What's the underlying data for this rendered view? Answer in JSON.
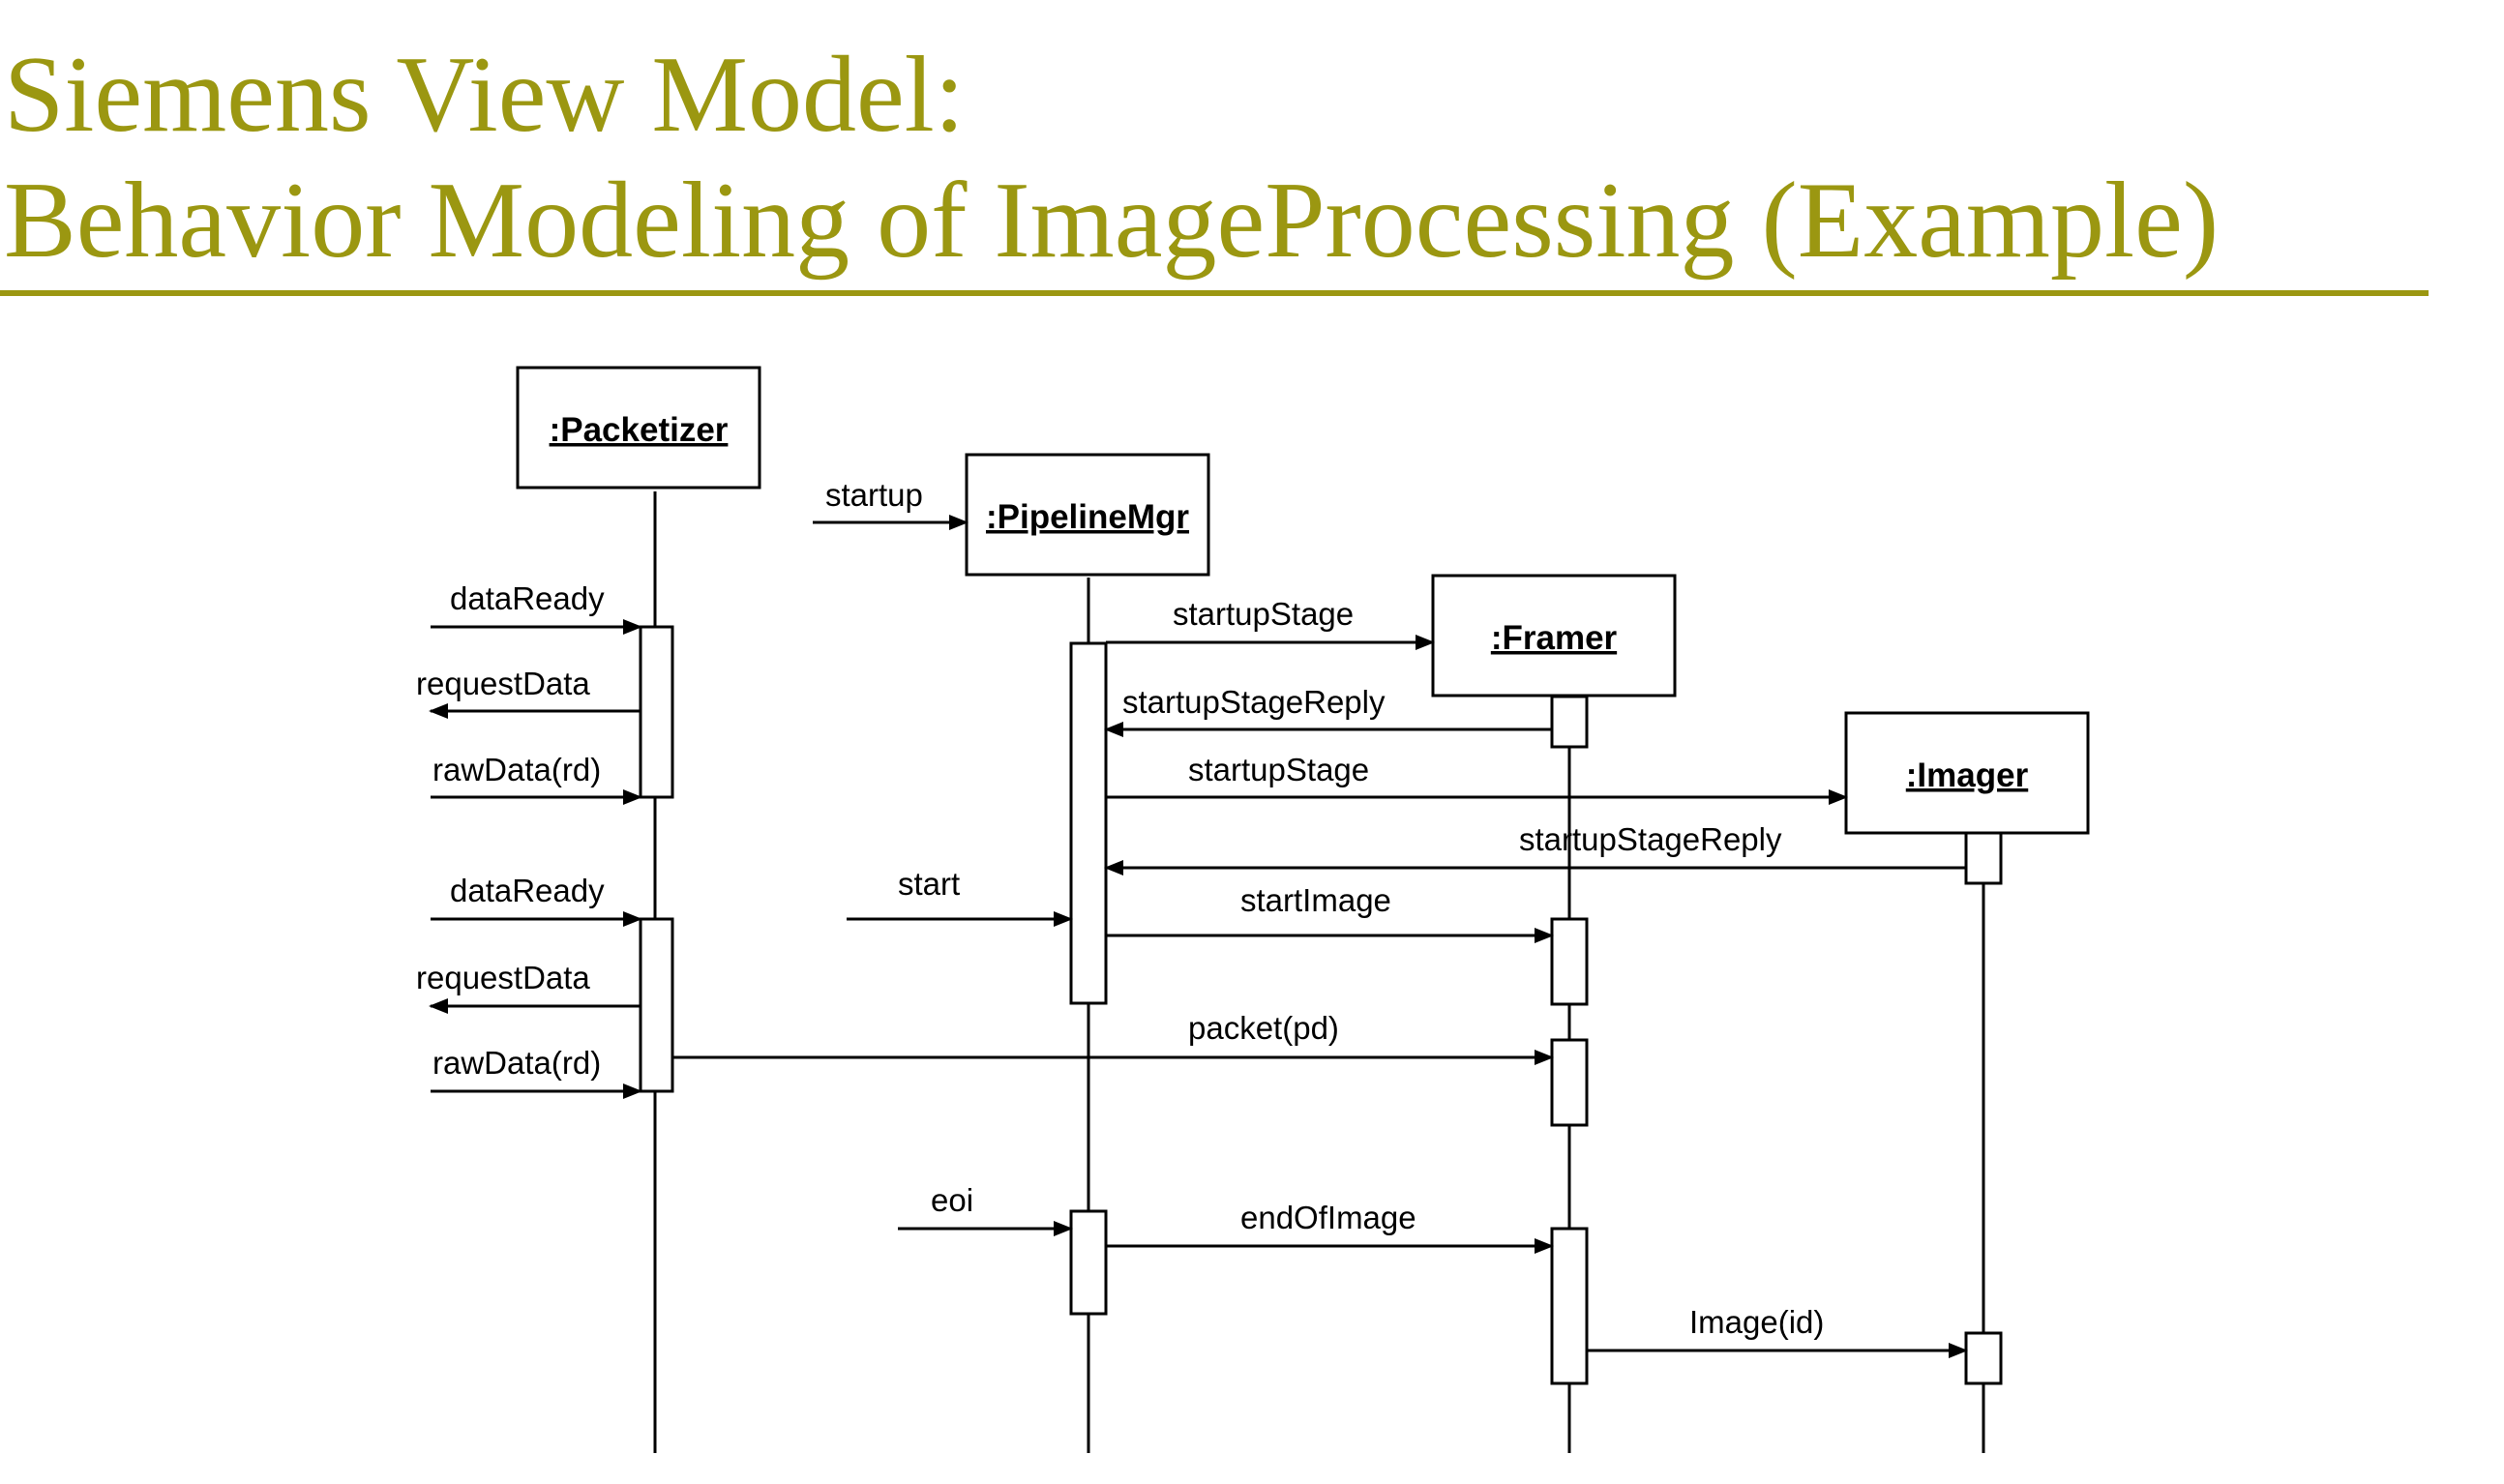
{
  "slide": {
    "title_line1": "Siemens View Model:",
    "title_line2": "Behavior Modeling of ImageProcessing (Example)",
    "accent_color": "#9b9711"
  },
  "diagram": {
    "type": "UML sequence diagram",
    "objects": [
      {
        "id": "packetizer",
        "label": ":Packetizer"
      },
      {
        "id": "pipelinemgr",
        "label": ":PipelineMgr"
      },
      {
        "id": "framer",
        "label": ":Framer"
      },
      {
        "id": "imager",
        "label": ":Imager"
      }
    ],
    "messages": [
      {
        "id": "startup",
        "label": "startup",
        "from": "external",
        "to": "pipelinemgr"
      },
      {
        "id": "dataready-1",
        "label": "dataReady",
        "from": "external",
        "to": "packetizer"
      },
      {
        "id": "requestdata-1",
        "label": "requestData",
        "from": "packetizer",
        "to": "external"
      },
      {
        "id": "rawdata-1",
        "label": "rawData(rd)",
        "from": "external",
        "to": "packetizer"
      },
      {
        "id": "startupstage-1",
        "label": "startupStage",
        "from": "pipelinemgr",
        "to": "framer"
      },
      {
        "id": "startupstagereply-1",
        "label": "startupStageReply",
        "from": "framer",
        "to": "pipelinemgr"
      },
      {
        "id": "startupstage-2",
        "label": "startupStage",
        "from": "pipelinemgr",
        "to": "imager"
      },
      {
        "id": "startupstagereply-2",
        "label": "startupStageReply",
        "from": "imager",
        "to": "pipelinemgr"
      },
      {
        "id": "start",
        "label": "start",
        "from": "external",
        "to": "pipelinemgr"
      },
      {
        "id": "startimage",
        "label": "startImage",
        "from": "pipelinemgr",
        "to": "framer"
      },
      {
        "id": "dataready-2",
        "label": "dataReady",
        "from": "external",
        "to": "packetizer"
      },
      {
        "id": "requestdata-2",
        "label": "requestData",
        "from": "packetizer",
        "to": "external"
      },
      {
        "id": "rawdata-2",
        "label": "rawData(rd)",
        "from": "external",
        "to": "packetizer"
      },
      {
        "id": "packet",
        "label": "packet(pd)",
        "from": "packetizer",
        "to": "framer"
      },
      {
        "id": "eoi",
        "label": "eoi",
        "from": "external",
        "to": "pipelinemgr"
      },
      {
        "id": "endofimage",
        "label": "endOfImage",
        "from": "pipelinemgr",
        "to": "framer"
      },
      {
        "id": "image",
        "label": "Image(id)",
        "from": "framer",
        "to": "imager"
      }
    ]
  }
}
